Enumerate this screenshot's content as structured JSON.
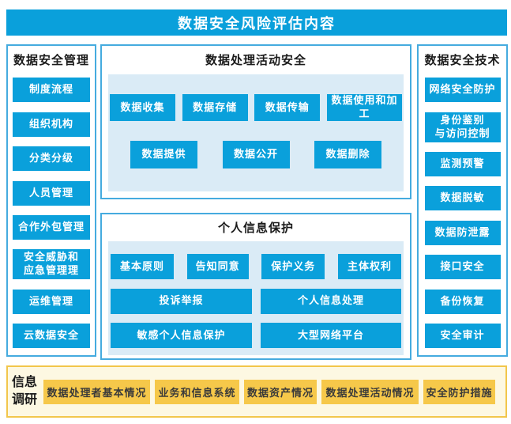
{
  "title": "数据安全风险评估内容",
  "colors": {
    "primary_blue": "#0aa0db",
    "box_border_blue": "#45abdf",
    "panel_light_blue": "#daebf6",
    "accent_yellow": "#f6c84a",
    "panel_light_yellow": "#fdf8e2",
    "border_yellow": "#f2c64b"
  },
  "left_panel": {
    "header": "数据安全管理",
    "items": [
      "制度流程",
      "组织机构",
      "分类分级",
      "人员管理",
      "合作外包管理",
      "安全威胁和\n应急管理理",
      "运维管理",
      "云数据安全"
    ]
  },
  "middle_top_panel": {
    "header": "数据处理活动安全",
    "row1": [
      "数据收集",
      "数据存储",
      "数据传输",
      "数据使用和加工"
    ],
    "row2": [
      "数据提供",
      "数据公开",
      "数据删除"
    ]
  },
  "middle_bottom_panel": {
    "header": "个人信息保护",
    "row1": [
      "基本原则",
      "告知同意",
      "保护义务",
      "主体权利"
    ],
    "row2": [
      "投诉举报",
      "个人信息处理"
    ],
    "row3": [
      "敏感个人信息保护",
      "大型网络平台"
    ]
  },
  "right_panel": {
    "header": "数据安全技术",
    "items": [
      "网络安全防护",
      "身份鉴别\n与访问控制",
      "监测预警",
      "数据脱敏",
      "数据防泄露",
      "接口安全",
      "备份恢复",
      "安全审计"
    ]
  },
  "bottom_panel": {
    "header": "信息\n调研",
    "items": [
      "数据处理者基本情况",
      "业务和信息系统",
      "数据资产情况",
      "数据处理活动情况",
      "安全防护措施"
    ]
  }
}
